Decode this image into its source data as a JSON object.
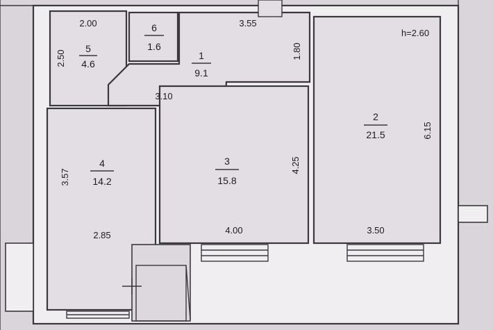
{
  "plan": {
    "height_label": "h=2.60",
    "rooms": [
      {
        "id": "1",
        "number": "1",
        "area": "9.1"
      },
      {
        "id": "2",
        "number": "2",
        "area": "21.5"
      },
      {
        "id": "3",
        "number": "3",
        "area": "15.8"
      },
      {
        "id": "4",
        "number": "4",
        "area": "14.2"
      },
      {
        "id": "5",
        "number": "5",
        "area": "4.6"
      },
      {
        "id": "6",
        "number": "6",
        "area": "1.6"
      }
    ],
    "dimensions": {
      "room5_width": "2.00",
      "room5_height": "2.50",
      "room1_top": "3.55",
      "room1_side": "1.80",
      "room1_bottom": "3.10",
      "room4_height": "3.57",
      "room4_width": "2.85",
      "room3_height": "4.25",
      "room3_width": "4.00",
      "room2_height": "6.15",
      "room2_width": "3.50"
    }
  }
}
